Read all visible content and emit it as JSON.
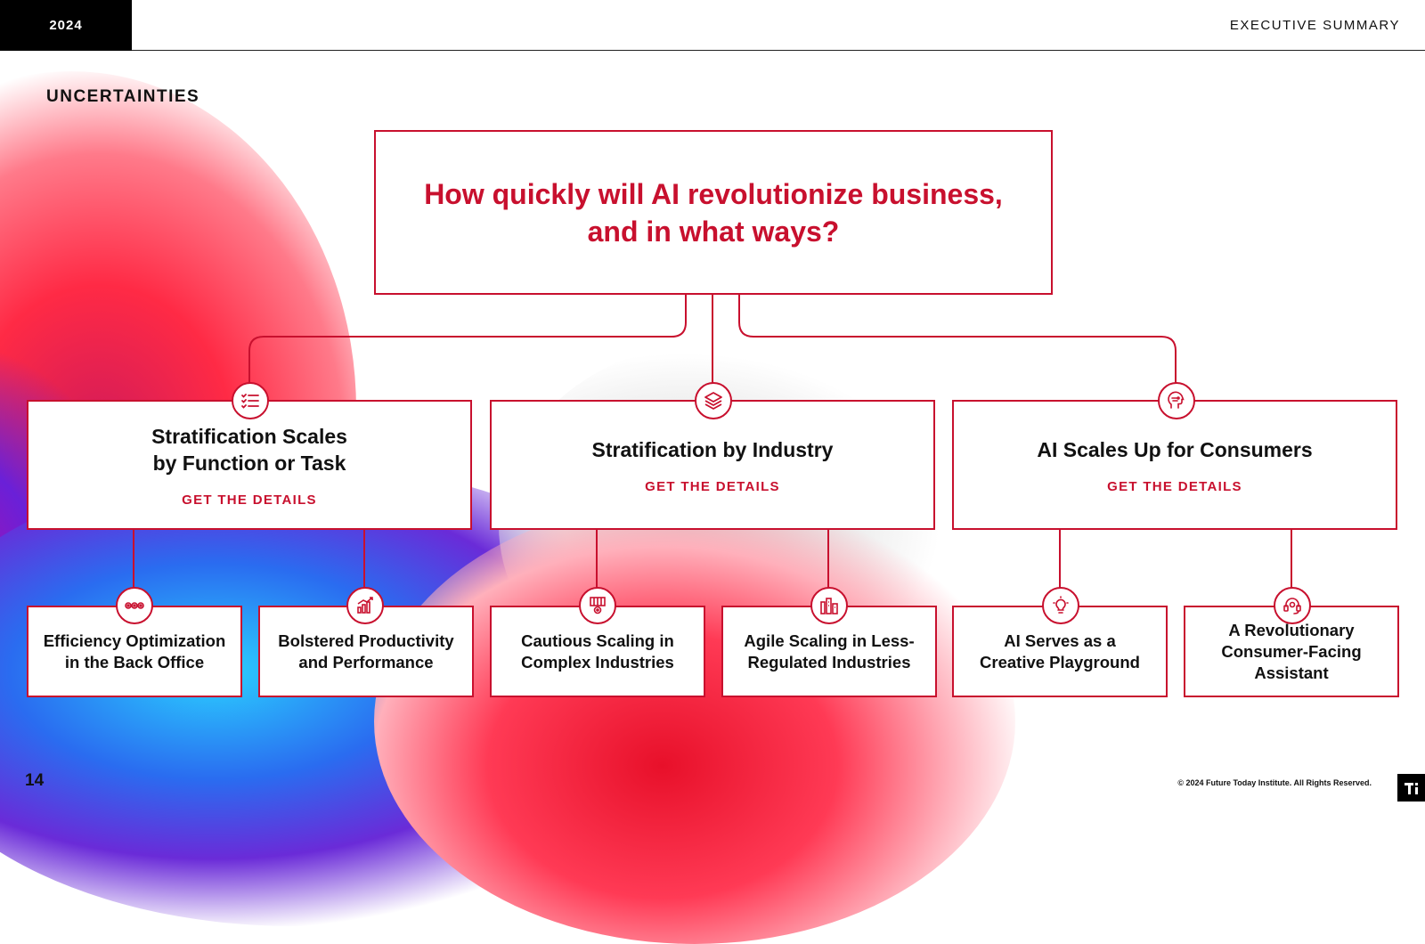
{
  "header": {
    "year": "2024",
    "section": "EXECUTIVE SUMMARY"
  },
  "page_label": "UNCERTAINTIES",
  "root": {
    "question": "How quickly will AI revolutionize business,\nand in what ways?"
  },
  "categories": [
    {
      "title": "Stratification Scales\nby Function or Task",
      "cta": "GET THE DETAILS",
      "icon": "checklist-icon"
    },
    {
      "title": "Stratification by Industry",
      "cta": "GET THE DETAILS",
      "icon": "layers-icon"
    },
    {
      "title": "AI Scales Up for Consumers",
      "cta": "GET THE DETAILS",
      "icon": "ai-head-icon"
    }
  ],
  "scenarios": [
    {
      "title": "Efficiency Optimization\nin the Back Office",
      "icon": "gears-icon"
    },
    {
      "title": "Bolstered Productivity\nand Performance",
      "icon": "growth-chart-icon"
    },
    {
      "title": "Cautious Scaling in\nComplex Industries",
      "icon": "factory-gear-icon"
    },
    {
      "title": "Agile Scaling in Less-\nRegulated Industries",
      "icon": "factory-icon"
    },
    {
      "title": "AI Serves as a\nCreative Playground",
      "icon": "lightbulb-icon"
    },
    {
      "title": "A Revolutionary\nConsumer-Facing\nAssistant",
      "icon": "headset-icon"
    }
  ],
  "footer": {
    "page_number": "14",
    "copyright": "© 2024 Future Today Institute. All Rights Reserved."
  },
  "colors": {
    "accent": "#c8102e",
    "text": "#111111",
    "header_bg": "#000000"
  }
}
